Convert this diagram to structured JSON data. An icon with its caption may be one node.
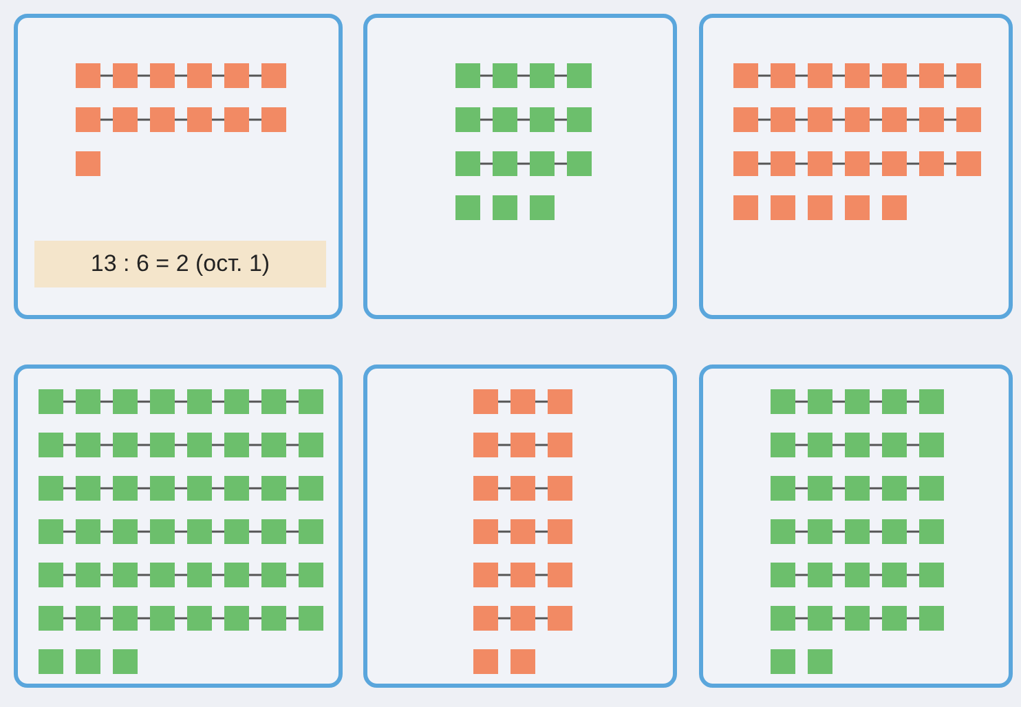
{
  "diagram": {
    "nodes": [
      {
        "text": [],
        "shape": "box"
      },
      {
        "text": [
          "13 : 6 = 2 (ост. 1)"
        ],
        "in": 0
      },
      {
        "text": [],
        "shape": "box"
      },
      {
        "text": [],
        "shape": "box"
      },
      {
        "text": [],
        "shape": "box"
      },
      {
        "text": [],
        "shape": "box"
      },
      {
        "text": [],
        "shape": "box"
      }
    ]
  }
}
